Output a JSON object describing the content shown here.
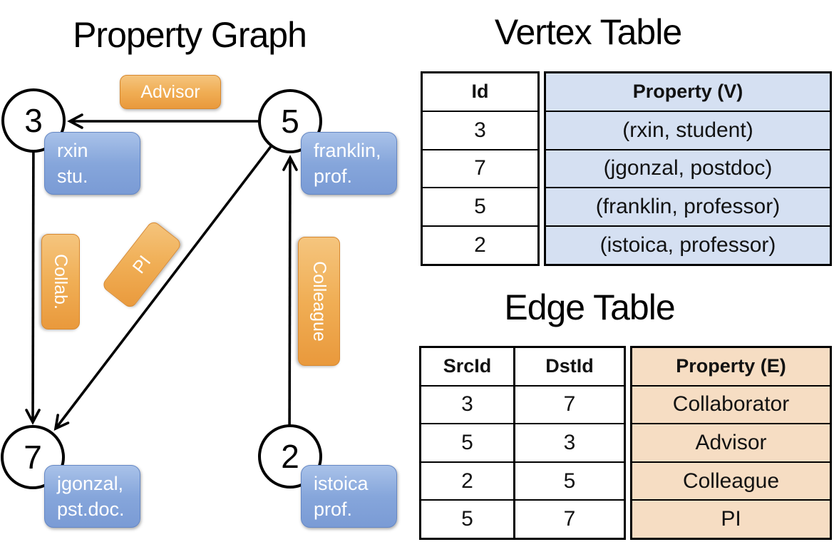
{
  "titles": {
    "graph": "Property Graph",
    "vertex_table": "Vertex Table",
    "edge_table": "Edge Table"
  },
  "graph": {
    "nodes": [
      {
        "id": "3"
      },
      {
        "id": "5"
      },
      {
        "id": "7"
      },
      {
        "id": "2"
      }
    ],
    "vertex_boxes": [
      {
        "line1": "rxin",
        "line2": "stu."
      },
      {
        "line1": "franklin,",
        "line2": "prof."
      },
      {
        "line1": "jgonzal,",
        "line2": "pst.doc."
      },
      {
        "line1": "istoica",
        "line2": "prof."
      }
    ],
    "edge_boxes": [
      {
        "label": "Advisor"
      },
      {
        "label": "Collab."
      },
      {
        "label": "PI"
      },
      {
        "label": "Colleague"
      }
    ]
  },
  "vertex_table": {
    "headers": [
      "Id",
      "Property (V)"
    ],
    "rows": [
      [
        "3",
        "(rxin, student)"
      ],
      [
        "7",
        "(jgonzal, postdoc)"
      ],
      [
        "5",
        "(franklin, professor)"
      ],
      [
        "2",
        "(istoica, professor)"
      ]
    ]
  },
  "edge_table": {
    "headers": [
      "SrcId",
      "DstId",
      "Property (E)"
    ],
    "rows": [
      [
        "3",
        "7",
        "Collaborator"
      ],
      [
        "5",
        "3",
        "Advisor"
      ],
      [
        "2",
        "5",
        "Colleague"
      ],
      [
        "5",
        "7",
        "PI"
      ]
    ]
  },
  "colors": {
    "edge_label_fill": "#EFA54B",
    "vertex_label_fill": "#89A7DC",
    "vertex_property_column_fill": "#D5E0F2",
    "edge_property_column_fill": "#F6DDC3",
    "line": "#000000"
  }
}
